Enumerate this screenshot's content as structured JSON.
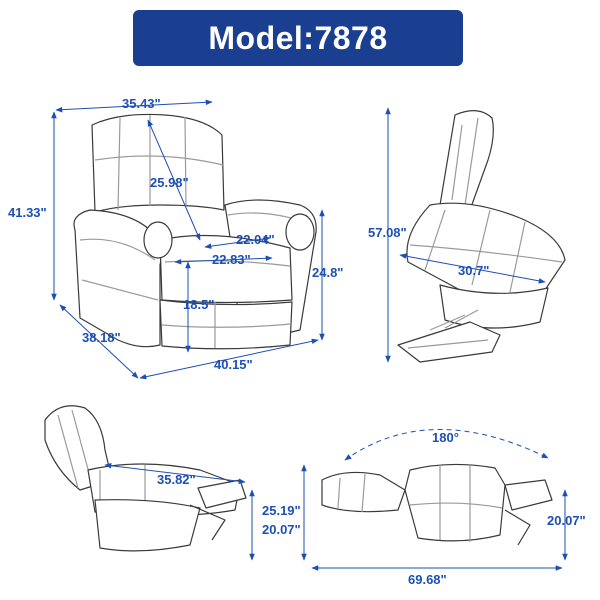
{
  "banner": {
    "title": "Model:7878"
  },
  "colors": {
    "accent": "#1a3f91",
    "dimension": "#1d4fb5",
    "outline": "#3a3a3a"
  },
  "front_view": {
    "top_width": "35.43\"",
    "height": "41.33\"",
    "back_height": "25.98\"",
    "seat_depth": "22.04\"",
    "seat_width": "22.83\"",
    "arm_height": "24.8\"",
    "seat_height": "18.5\"",
    "depth": "38.18\"",
    "width": "40.15\""
  },
  "lift_view": {
    "height": "57.08\"",
    "seat_tilt": "30.7\""
  },
  "recline_view": {
    "length": "35.82\"",
    "footrest_height": "20.07\""
  },
  "full_recline_view": {
    "angle": "180°",
    "height": "25.19\"",
    "footrest_height": "20.07\"",
    "length": "69.68\""
  }
}
